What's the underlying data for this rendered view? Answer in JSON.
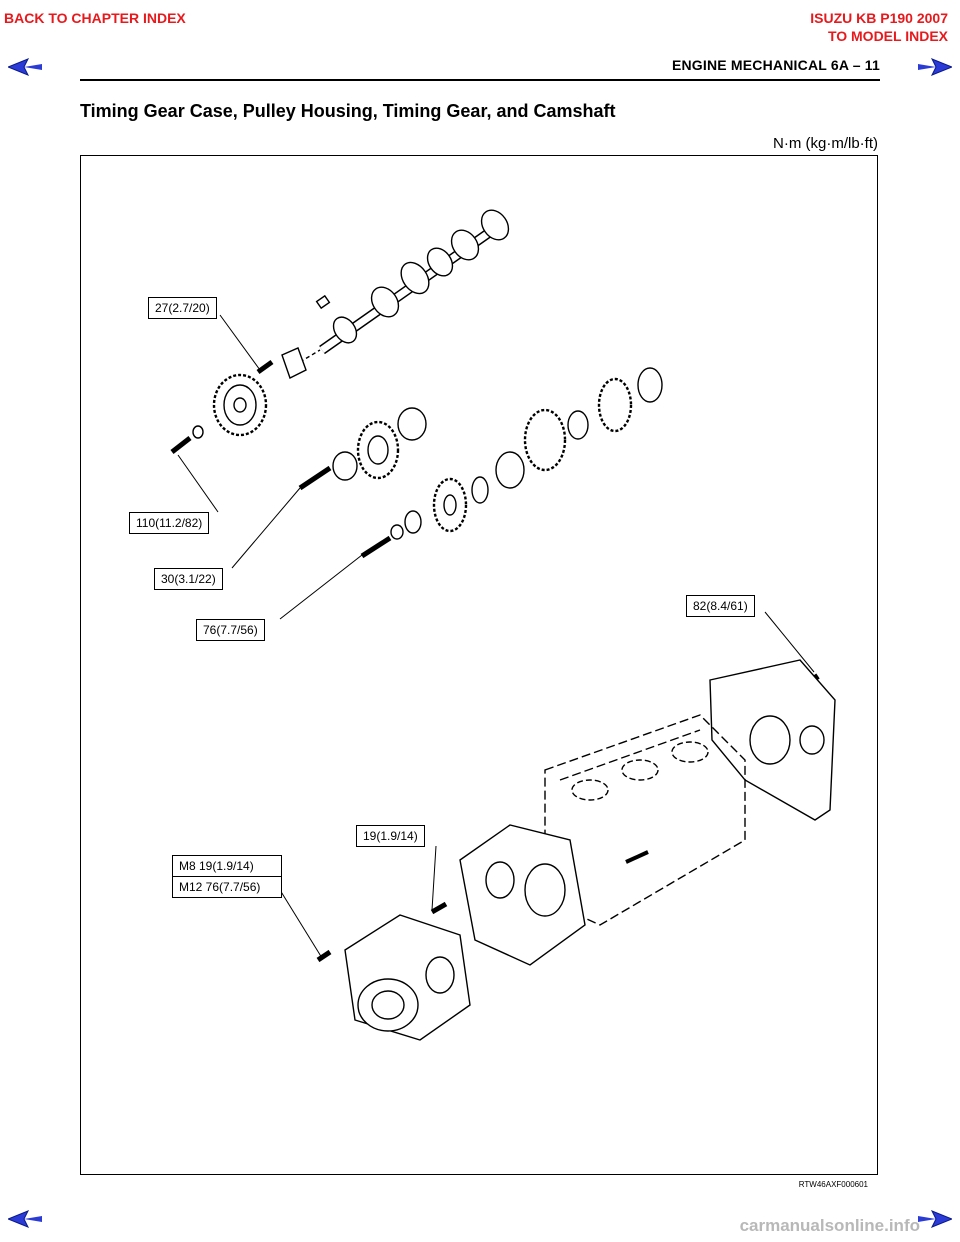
{
  "nav": {
    "back_chapter": "BACK TO CHAPTER INDEX",
    "model_title": "ISUZU KB P190 2007",
    "model_index": "TO MODEL INDEX"
  },
  "header": {
    "section": "ENGINE MECHANICAL   6A – 11"
  },
  "page_title": "Timing Gear Case, Pulley Housing, Timing Gear, and Camshaft",
  "unit_label": "N·m (kg·m/lb·ft)",
  "torque_labels": {
    "t1": "27(2.7/20)",
    "t2": "110(11.2/82)",
    "t3": "30(3.1/22)",
    "t4": "76(7.7/56)",
    "t5": "82(8.4/61)",
    "t6": "19(1.9/14)",
    "t7a": "M8    19(1.9/14)",
    "t7b": "M12  76(7.7/56)"
  },
  "figure_code": "RTW46AXF000601",
  "watermark": "carmanualsonline.info",
  "colors": {
    "nav_red": "#e8191c",
    "arrow_blue": "#2b3bd6"
  }
}
